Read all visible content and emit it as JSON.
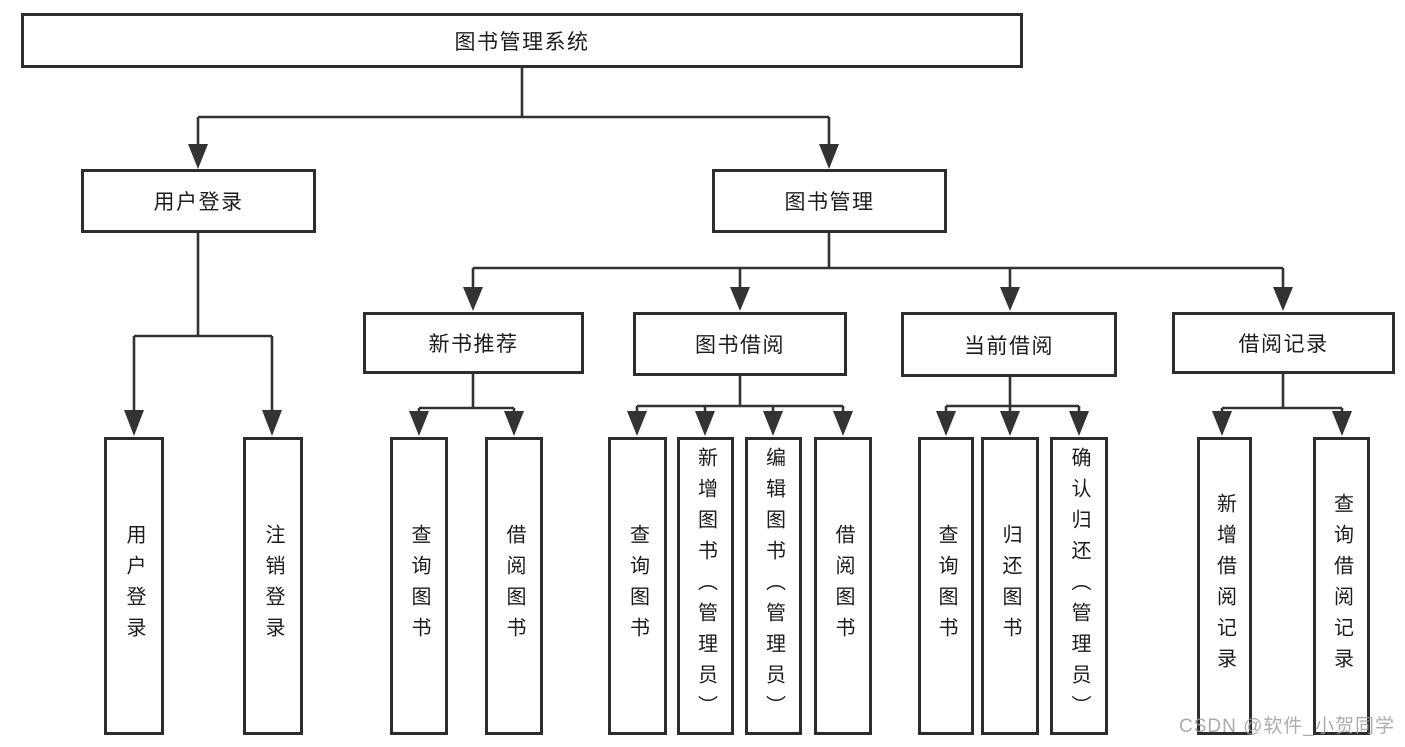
{
  "diagram_type": "hierarchy-tree",
  "colors": {
    "line": "#333333",
    "box_border": "#2d2d2d",
    "box_fill": "#ffffff",
    "text": "#1c1c1c",
    "watermark": "#9e9e9e",
    "background": "#ffffff"
  },
  "tree": {
    "label": "图书管理系统",
    "children": [
      {
        "label": "用户登录",
        "children": [
          {
            "label": "用户登录"
          },
          {
            "label": "注销登录"
          }
        ]
      },
      {
        "label": "图书管理",
        "children": [
          {
            "label": "新书推荐",
            "children": [
              {
                "label": "查询图书"
              },
              {
                "label": "借阅图书"
              }
            ]
          },
          {
            "label": "图书借阅",
            "children": [
              {
                "label": "查询图书"
              },
              {
                "label": "新增图书（管理员）"
              },
              {
                "label": "编辑图书（管理员）"
              },
              {
                "label": "借阅图书"
              }
            ]
          },
          {
            "label": "当前借阅",
            "children": [
              {
                "label": "查询图书"
              },
              {
                "label": "归还图书"
              },
              {
                "label": "确认归还（管理员）"
              }
            ]
          },
          {
            "label": "借阅记录",
            "children": [
              {
                "label": "新增借阅记录"
              },
              {
                "label": "查询借阅记录"
              }
            ]
          }
        ]
      }
    ]
  },
  "watermark": {
    "text": "CSDN @软件_小贺同学"
  }
}
